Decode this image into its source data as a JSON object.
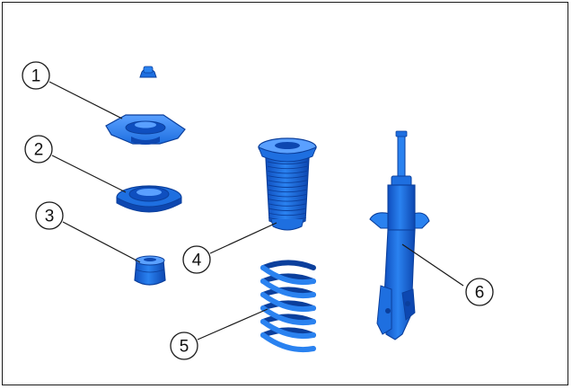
{
  "colors": {
    "part_fill": "#1e6fe0",
    "part_dark": "#0b3f9c",
    "part_light": "#5aa0ff",
    "line": "#1a1a1a",
    "frame": "#1a1a1a"
  },
  "callouts": [
    {
      "id": 1,
      "label": "1",
      "part": "strut-mount-cap"
    },
    {
      "id": 2,
      "label": "2",
      "part": "strut-bearing"
    },
    {
      "id": 3,
      "label": "3",
      "part": "bump-stop"
    },
    {
      "id": 4,
      "label": "4",
      "part": "dust-boot"
    },
    {
      "id": 5,
      "label": "5",
      "part": "coil-spring"
    },
    {
      "id": 6,
      "label": "6",
      "part": "shock-absorber"
    }
  ]
}
